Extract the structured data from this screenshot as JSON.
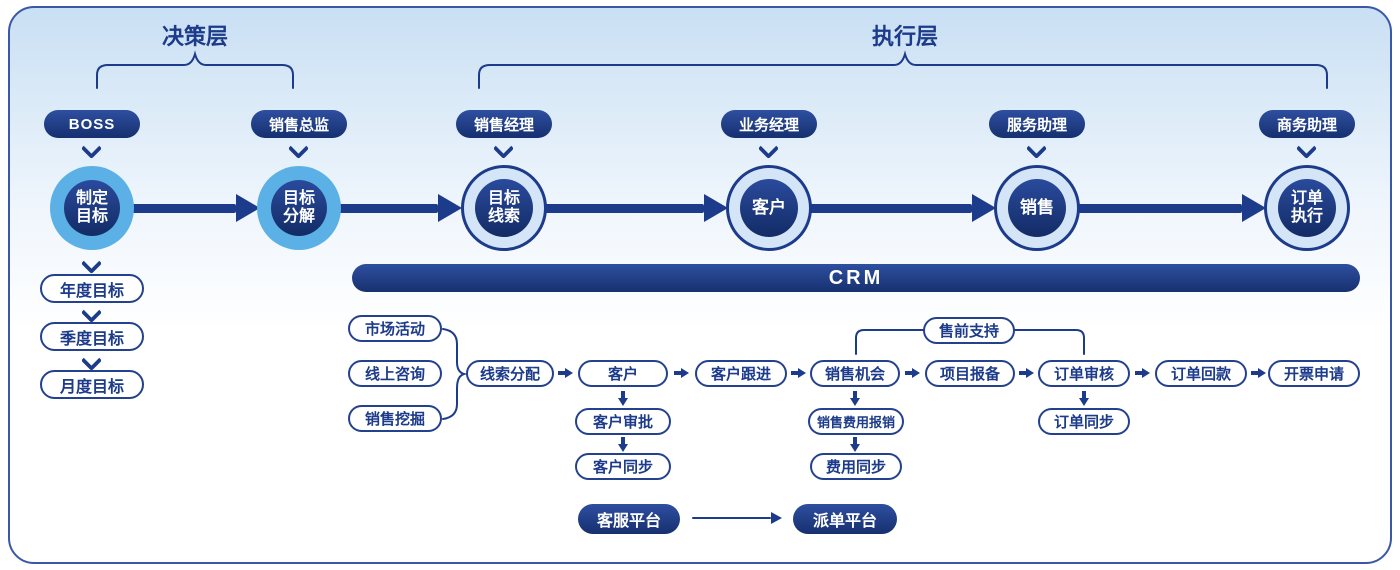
{
  "headers": {
    "decision": "决策层",
    "execution": "执行层"
  },
  "roles": [
    "BOSS",
    "销售总监",
    "销售经理",
    "业务经理",
    "服务助理",
    "商务助理"
  ],
  "stages": [
    [
      "制定",
      "目标"
    ],
    [
      "目标",
      "分解"
    ],
    [
      "目标",
      "线索"
    ],
    [
      "客户"
    ],
    [
      "销售"
    ],
    [
      "订单",
      "执行"
    ]
  ],
  "goals": [
    "年度目标",
    "季度目标",
    "月度目标"
  ],
  "crm": {
    "label": "CRM"
  },
  "lead_sources": [
    "市场活动",
    "线上咨询",
    "销售挖掘"
  ],
  "flow": [
    "线索分配",
    "客户",
    "客户跟进",
    "销售机会",
    "项目报备",
    "订单审核",
    "订单回款",
    "开票申请"
  ],
  "presale": {
    "label": "售前支持"
  },
  "customer_branch": [
    "客户审批",
    "客户同步"
  ],
  "expense_branch": [
    "销售费用报销",
    "费用同步"
  ],
  "order_branch": [
    "订单同步"
  ],
  "platforms": {
    "source": "客服平台",
    "target": "派单平台"
  },
  "colors": {
    "navy": "#1c3b8a",
    "navy_dark": "#16306f",
    "sky_blue": "#5bb1e6",
    "light_blue": "#d3e5f6",
    "bg_top": "#c9dff4",
    "border": "#3a57a8"
  }
}
